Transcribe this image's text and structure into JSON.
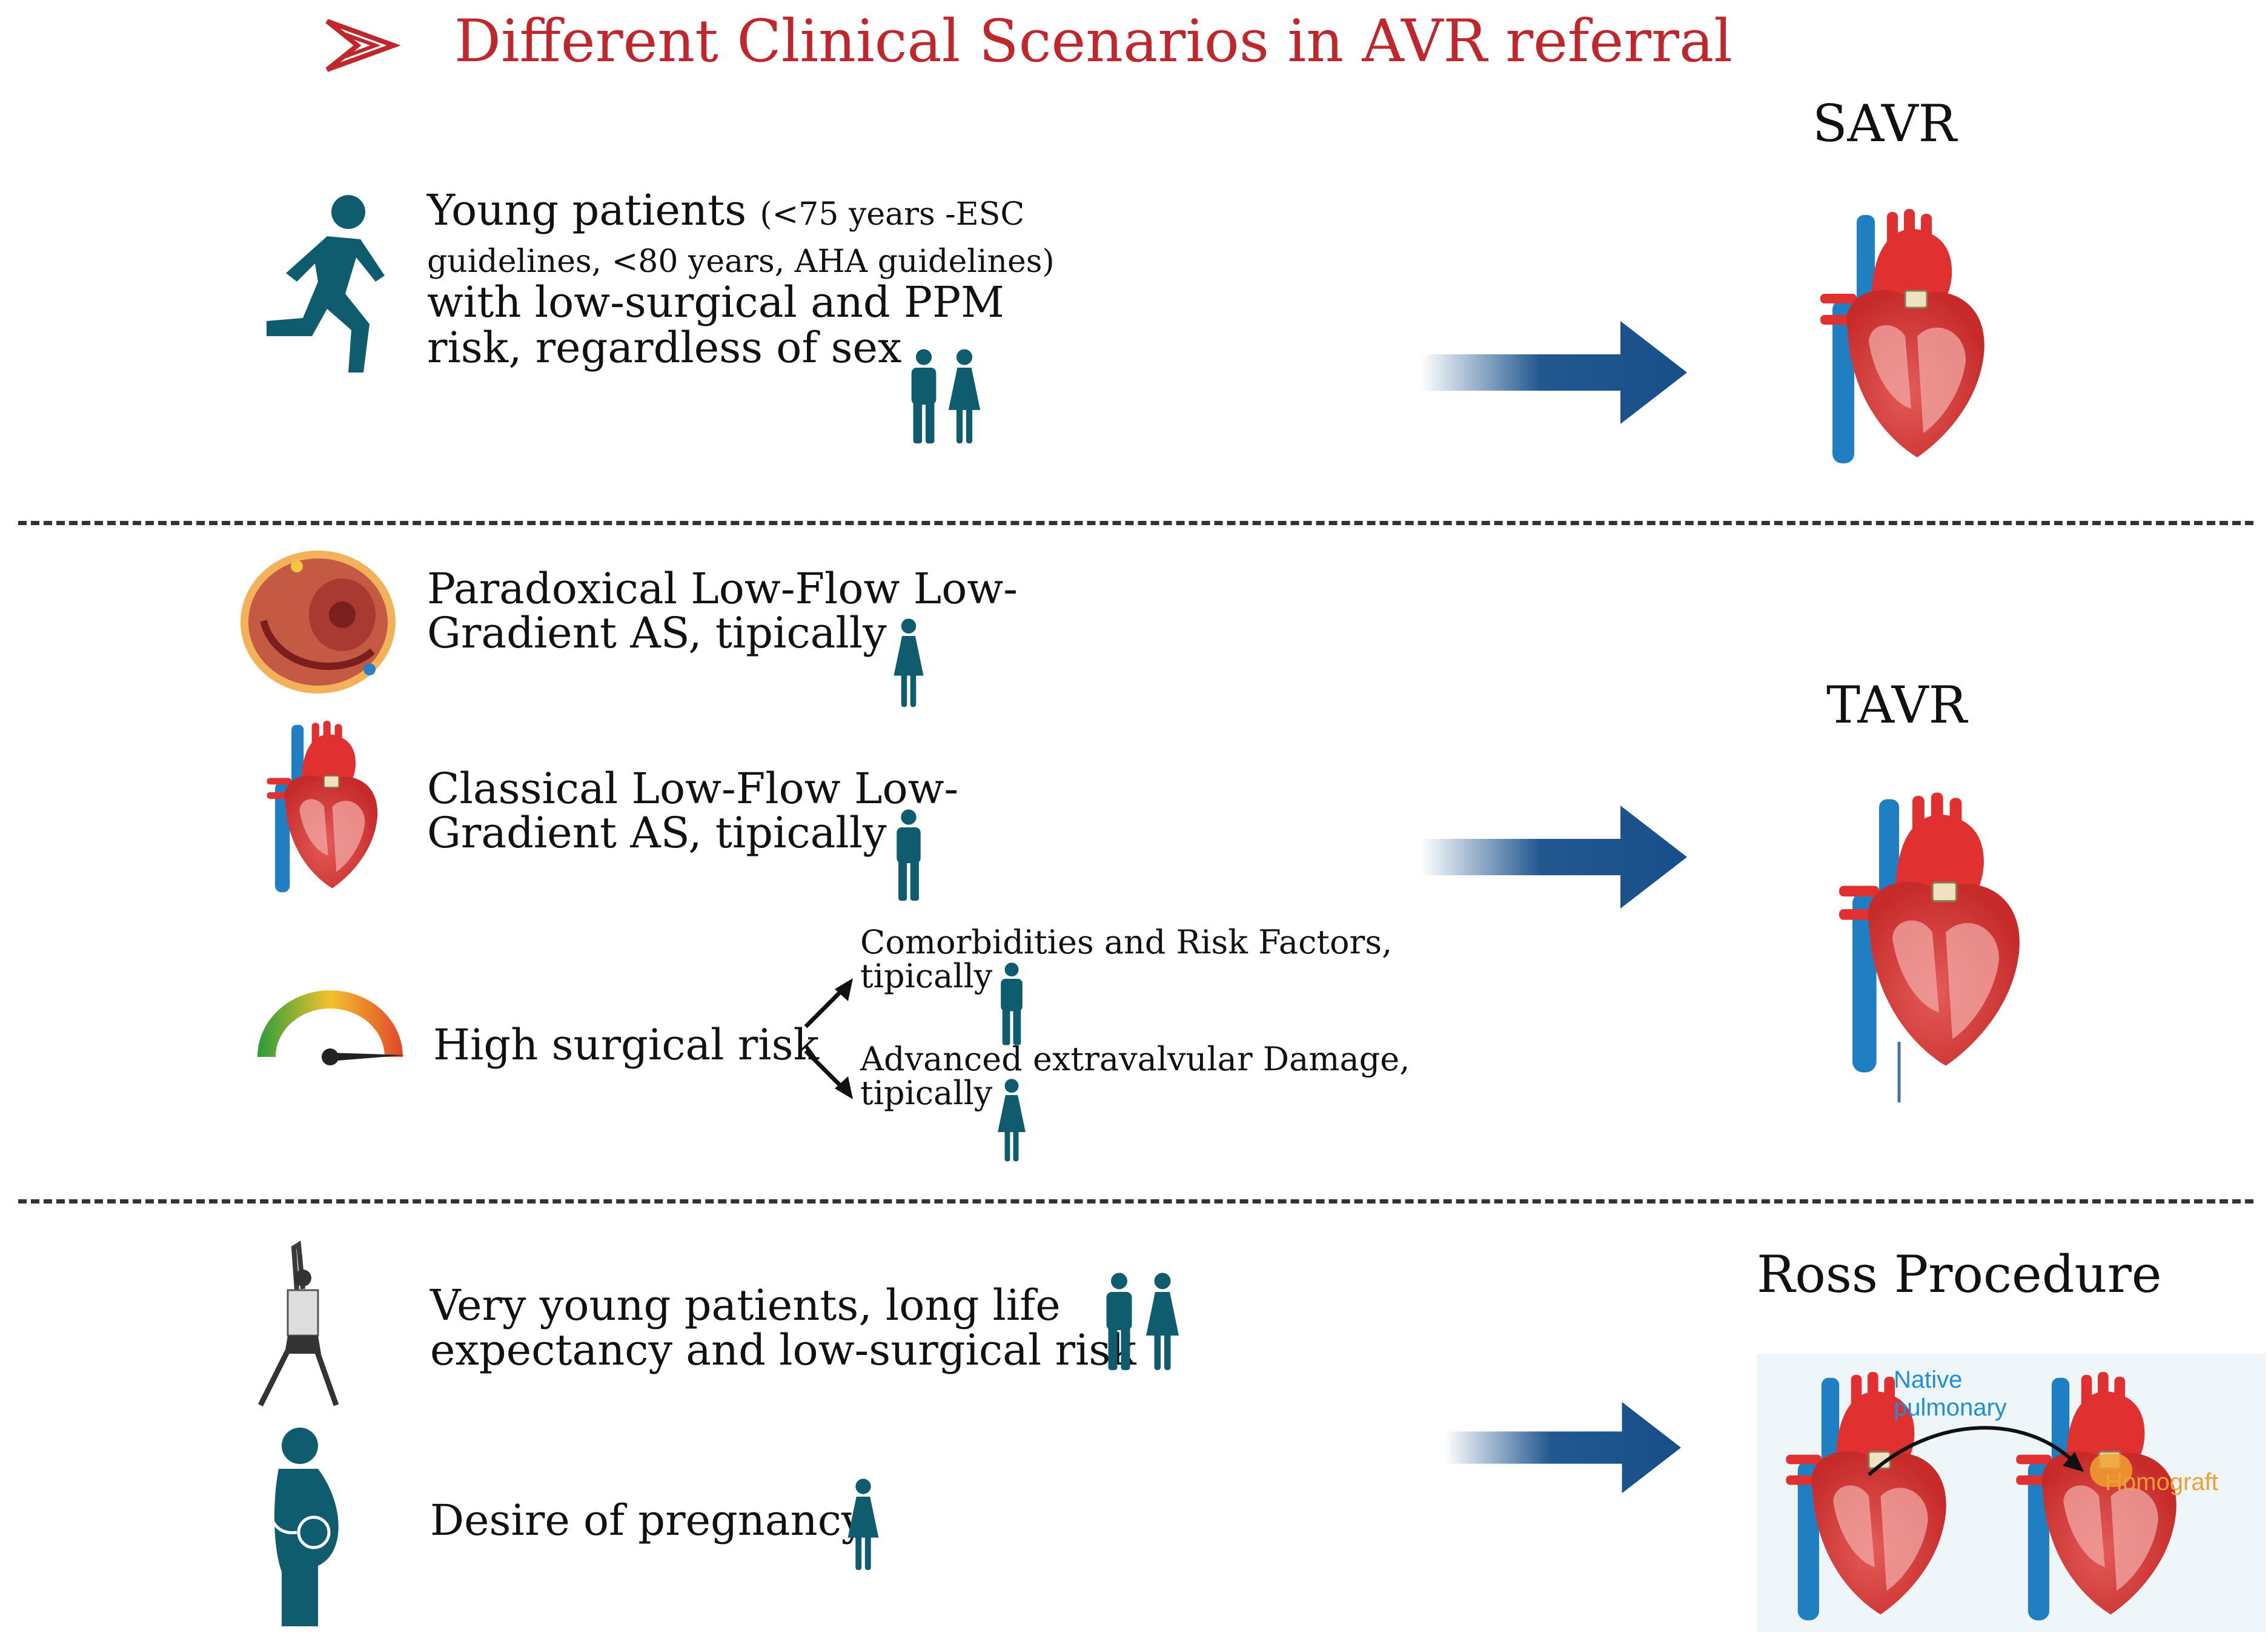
{
  "header": {
    "title": "Different Clinical Scenarios in AVR referral"
  },
  "colors": {
    "accent_red": "#c0272d",
    "teal": "#0e5c6e",
    "arrow_blue": "#174f8a"
  },
  "sections": {
    "savr": {
      "procedure": "SAVR",
      "young": {
        "main1": "Young patients",
        "paren1": "(<75 years -ESC",
        "paren2": "guidelines, <80 years, AHA guidelines)",
        "line3": "with low-surgical and PPM",
        "line4": "risk, regardless of sex"
      }
    },
    "tavr": {
      "procedure": "TAVR",
      "paradoxical": {
        "line1": "Paradoxical Low-Flow Low-",
        "line2": "Gradient AS, tipically"
      },
      "classical": {
        "line1": "Classical Low-Flow Low-",
        "line2": "Gradient AS, tipically"
      },
      "high_risk": "High surgical risk",
      "comorb": {
        "line1": "Comorbidities and Risk Factors,",
        "line2": "tipically"
      },
      "advanced": {
        "line1": "Advanced extravalvular Damage,",
        "line2": "tipically"
      }
    },
    "ross": {
      "procedure": "Ross Procedure",
      "very_young": {
        "line1": "Very young patients, long life",
        "line2": "expectancy and low-surgical risk"
      },
      "pregnancy": "Desire of pregnancy",
      "native_label1": "Native",
      "native_label2": "pulmonary",
      "homograft_label": "Homograft"
    }
  },
  "icons": [
    "chevron-icon",
    "running-person-icon",
    "couple-icon",
    "female-icon",
    "male-icon",
    "heart-icon",
    "myocardium-section-icon",
    "gauge-icon",
    "stretching-woman-icon",
    "pregnant-woman-icon",
    "arrow-right-icon"
  ]
}
